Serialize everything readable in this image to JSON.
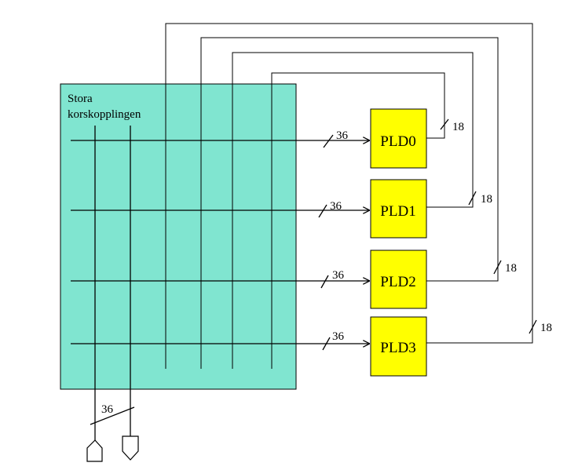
{
  "crossbar": {
    "label_line1": "Stora",
    "label_line2": "korskopplingen",
    "fill_color": "#80e5d0"
  },
  "plds": [
    {
      "label": "PLD0",
      "input_width": "36",
      "output_width": "18"
    },
    {
      "label": "PLD1",
      "input_width": "36",
      "output_width": "18"
    },
    {
      "label": "PLD2",
      "input_width": "36",
      "output_width": "18"
    },
    {
      "label": "PLD3",
      "input_width": "36",
      "output_width": "18"
    }
  ],
  "pld_fill_color": "#ffff00",
  "external_bus": {
    "width": "36"
  }
}
